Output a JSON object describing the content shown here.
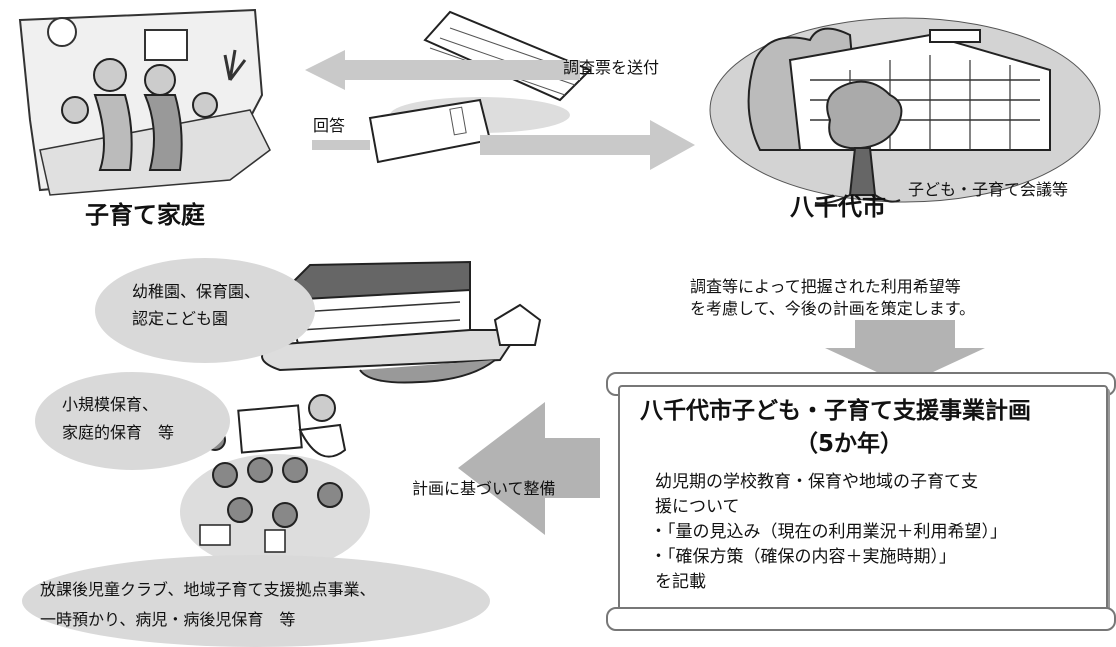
{
  "household": {
    "label": "子育て家庭"
  },
  "city": {
    "label": "八千代市",
    "council": "子ども・子育て会議等"
  },
  "flow": {
    "send_survey": "調査票を送付",
    "answer": "回答",
    "consider_lines": [
      "調査等によって把握された利用希望等",
      "を考慮して、今後の計画を策定します。"
    ],
    "develop": "計画に基づいて整備"
  },
  "facilities": {
    "kindergarten_lines": [
      "幼稚園、保育園、",
      "認定こども園"
    ],
    "small_care_lines": [
      "小規模保育、",
      "家庭的保育　等"
    ],
    "after_school_lines": [
      "放課後児童クラブ、地域子育て支援拠点事業、",
      "一時預かり、病児・病後児保育　等"
    ]
  },
  "plan": {
    "title": "八千代市子ども・子育て支援事業計画",
    "subtitle": "（5か年）",
    "body_lines": [
      "幼児期の学校教育・保育や地域の子育て支",
      "援について",
      "・「量の見込み（現在の利用業況＋利用希望）」",
      "・「確保方策（確保の内容＋実施時期）」",
      "を記載"
    ]
  },
  "colors": {
    "arrow": "#b3b3b3",
    "ellipse": "#d9d9d9",
    "outline": "#777777"
  }
}
